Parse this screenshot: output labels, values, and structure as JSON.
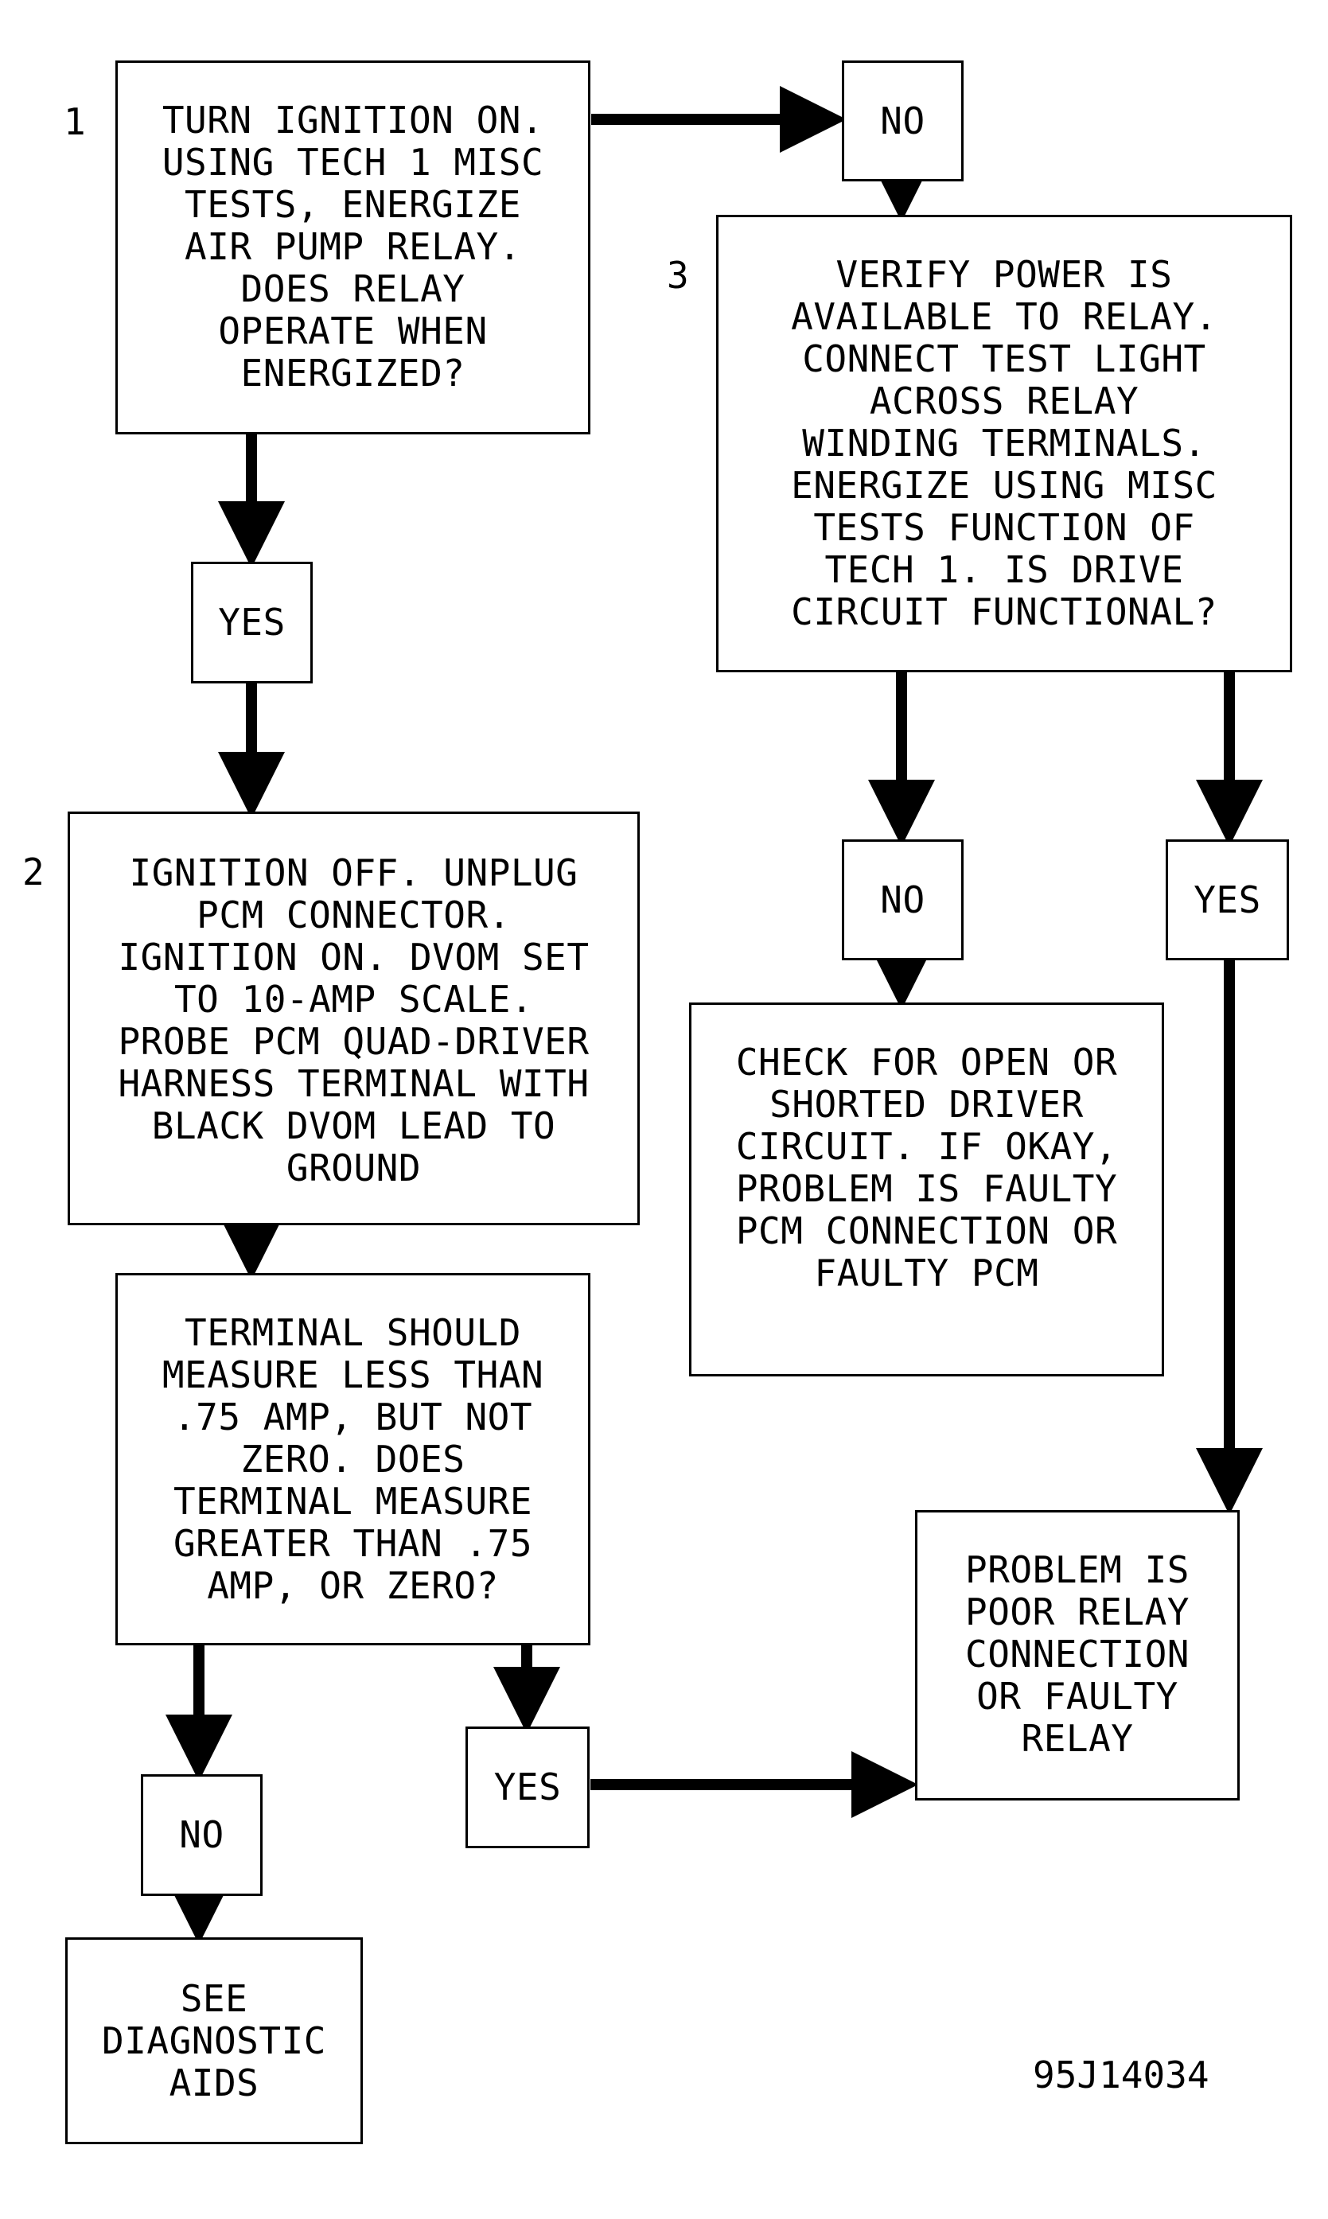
{
  "steps": {
    "s1": {
      "number": "1",
      "text": "TURN IGNITION ON.\nUSING TECH 1 MISC\nTESTS, ENERGIZE\nAIR PUMP RELAY.\nDOES RELAY\nOPERATE WHEN\nENERGIZED?"
    },
    "s2": {
      "number": "2",
      "text": "IGNITION OFF. UNPLUG\nPCM CONNECTOR.\nIGNITION ON. DVOM SET\nTO 10-AMP SCALE.\nPROBE PCM QUAD-DRIVER\nHARNESS TERMINAL WITH\nBLACK DVOM LEAD TO\nGROUND"
    },
    "s3": {
      "number": "3",
      "text": "VERIFY POWER IS\nAVAILABLE TO RELAY.\nCONNECT TEST LIGHT\nACROSS RELAY\nWINDING TERMINALS.\nENERGIZE USING MISC\nTESTS FUNCTION OF\nTECH 1. IS DRIVE\nCIRCUIT FUNCTIONAL?"
    },
    "terminal": {
      "text": "TERMINAL SHOULD\nMEASURE LESS THAN\n.75 AMP, BUT NOT\nZERO. DOES\nTERMINAL MEASURE\nGREATER THAN .75\nAMP, OR ZERO?"
    },
    "check_open": {
      "text": "CHECK FOR OPEN OR\nSHORTED DRIVER\nCIRCUIT. IF OKAY,\nPROBLEM IS FAULTY\nPCM CONNECTION OR\nFAULTY PCM"
    },
    "relay_problem": {
      "text": "PROBLEM IS\nPOOR RELAY\nCONNECTION\nOR FAULTY\nRELAY"
    },
    "diag_aids": {
      "text": "SEE\nDIAGNOSTIC\nAIDS"
    }
  },
  "answers": {
    "s1_no": "NO",
    "s1_yes": "YES",
    "s3_no": "NO",
    "s3_yes": "YES",
    "term_no": "NO",
    "term_yes": "YES"
  },
  "figure_id": "95J14034",
  "colors": {
    "line": "#000000",
    "background": "#ffffff"
  }
}
